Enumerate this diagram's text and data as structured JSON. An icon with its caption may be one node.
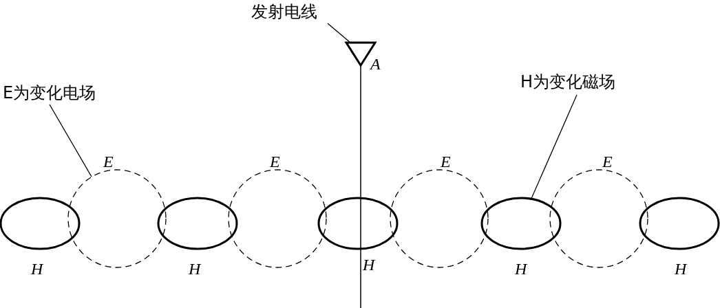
{
  "diagram": {
    "nodes": [
      {
        "text": [
          "发射电线"
        ]
      },
      {
        "text": [],
        "shape": "triangle",
        "beside": [
          "A"
        ]
      },
      {
        "text": [
          "E为变化电场"
        ]
      },
      {
        "text": [
          "H为变化磁场"
        ]
      },
      {
        "text": [],
        "shape": "ellipse",
        "beside": [
          "H"
        ]
      },
      {
        "text": [],
        "shape": "circle",
        "beside": [
          "E"
        ]
      },
      {
        "text": [],
        "shape": "ellipse",
        "beside": [
          "H"
        ]
      },
      {
        "text": [],
        "shape": "circle",
        "beside": [
          "E"
        ]
      },
      {
        "text": [],
        "shape": "ellipse",
        "beside": [
          "H"
        ]
      },
      {
        "text": [],
        "shape": "circle",
        "beside": [
          "E"
        ]
      },
      {
        "text": [],
        "shape": "ellipse",
        "beside": [
          "H"
        ]
      },
      {
        "text": [],
        "shape": "circle",
        "beside": [
          "E"
        ]
      },
      {
        "text": [],
        "shape": "ellipse",
        "beside": [
          "H"
        ]
      }
    ],
    "edges": [
      {
        "from": 0,
        "to": 1,
        "arrow": "none"
      },
      {
        "from": 2,
        "to": 5,
        "arrow": "none"
      },
      {
        "from": 3,
        "to": 10,
        "arrow": "none"
      }
    ]
  }
}
